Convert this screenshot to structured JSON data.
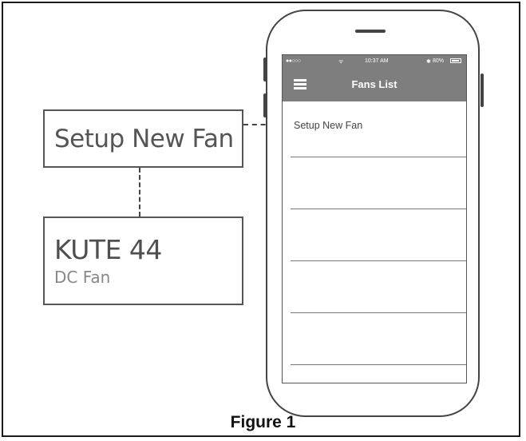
{
  "phone": {
    "status_bar": {
      "signal": "●●○○○",
      "wifi": "ᯤ",
      "time": "10:37 AM",
      "bluetooth": "✱",
      "battery": "80%"
    },
    "navbar": {
      "title": "Fans List",
      "menu_icon": "hamburger-menu-icon"
    },
    "list": {
      "items": [
        "Setup New Fan",
        "",
        "",
        "",
        ""
      ]
    }
  },
  "callouts": {
    "setup": {
      "label": "Setup New Fan"
    },
    "fan": {
      "name": "KUTE 44",
      "type": "DC Fan"
    }
  },
  "caption": "Figure 1"
}
